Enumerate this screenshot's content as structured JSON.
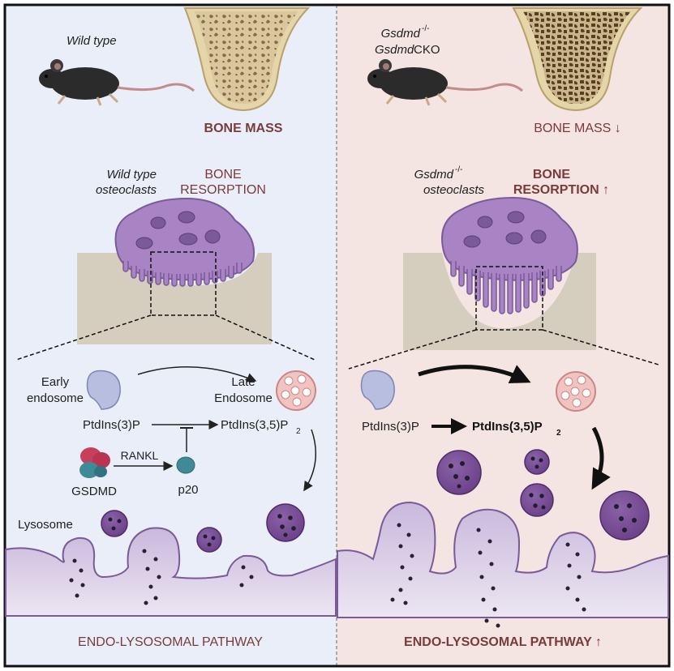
{
  "left": {
    "genotype": "Wild type",
    "bone_mass": "BONE MASS",
    "osteoclasts_line1": "Wild type",
    "osteoclasts_line2": "osteoclasts",
    "resorption_line1": "BONE",
    "resorption_line2": "RESORPTION",
    "early_endosome_line1": "Early",
    "early_endosome_line2": "endosome",
    "late_endosome_line1": "Late",
    "late_endosome_line2": "Endosome",
    "ptdins3p": "PtdIns(3)P",
    "ptdins35p2": "PtdIns(3,5)P",
    "subscript2": "2",
    "rankl": "RANKL",
    "gsdmd": "GSDMD",
    "p20": "p20",
    "lysosome": "Lysosome",
    "pathway": "ENDO-LYSOSOMAL PATHWAY"
  },
  "right": {
    "genotype_line1": "Gsdmd",
    "genotype_sup": "-/-",
    "genotype_line2_italic": "Gsdmd",
    "genotype_line2_rest": " CKO",
    "bone_mass": "BONE MASS ↓",
    "osteoclasts_line1": "Gsdmd",
    "osteoclasts_sup": "-/-",
    "osteoclasts_line2": "osteoclasts",
    "resorption_line1": "BONE",
    "resorption_line2": "RESORPTION ↑",
    "ptdins3p": "PtdIns(3)P",
    "ptdins35p2": "PtdIns(3,5)P",
    "subscript2": "2",
    "pathway": "ENDO-LYSOSOMAL PATHWAY ↑"
  },
  "colors": {
    "left_bg": "#e9eef8",
    "right_bg": "#f4e4e2",
    "label_brown": "#7a3b3b",
    "osteoclast": "#a884c4",
    "lysosome": "#7a4f96",
    "bone": "#d5cdbd"
  }
}
